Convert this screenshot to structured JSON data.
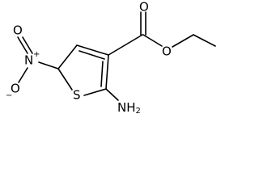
{
  "molecule": {
    "atoms": {
      "o_carbonyl": "O",
      "o_ester": "O",
      "nitro_n": "N",
      "nitro_n_charge": "+",
      "nitro_o_top": "O",
      "nitro_o_bottom": "O",
      "nitro_o_bottom_charge": "−",
      "ring_s": "S",
      "amino": "NH",
      "amino_sub": "2"
    }
  }
}
